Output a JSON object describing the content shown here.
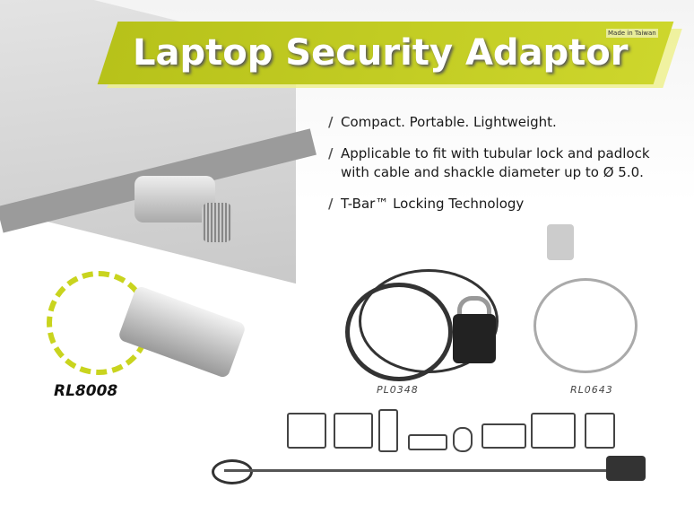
{
  "banner": {
    "title": "Laptop Security Adaptor",
    "origin": "Made in Taiwan"
  },
  "features": [
    "Compact. Portable. Lightweight.",
    "Applicable to fit with tubular lock and padlock with cable and shackle diameter up to Ø 5.0.",
    "T-Bar™ Locking Technology"
  ],
  "bullet": "/",
  "products": {
    "adaptor": "RL8008",
    "padlock_cable": "PL0348",
    "cable_lock": "RL0643"
  },
  "colors": {
    "accent": "#c9d41e"
  }
}
